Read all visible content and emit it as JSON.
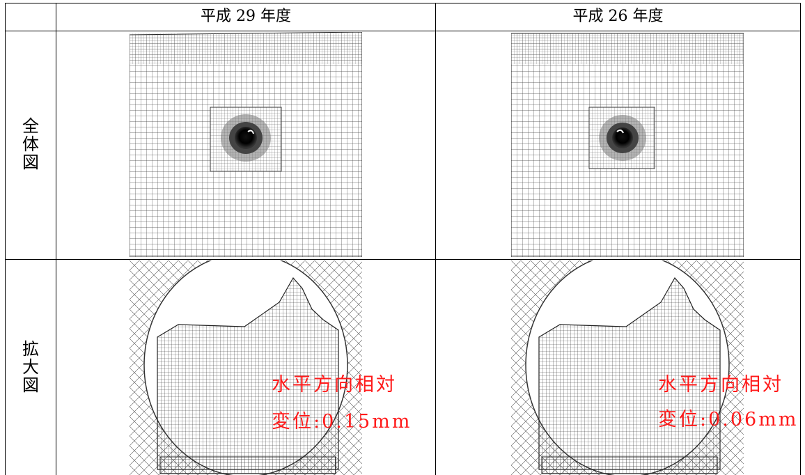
{
  "table": {
    "columns": [
      "平成 29 年度",
      "平成 26 年度"
    ],
    "rows": [
      {
        "label_chars": [
          "全",
          "体",
          "図"
        ]
      },
      {
        "label_chars": [
          "拡",
          "大",
          "図"
        ]
      }
    ]
  },
  "annotations": {
    "left": {
      "line1": "水平方向相対",
      "line2": "変位:0.15mm"
    },
    "right": {
      "line1": "水平方向相対",
      "line2": "変位:0.06mm"
    }
  },
  "colors": {
    "annotation": "#ff1a1a",
    "mesh": "#333333"
  }
}
